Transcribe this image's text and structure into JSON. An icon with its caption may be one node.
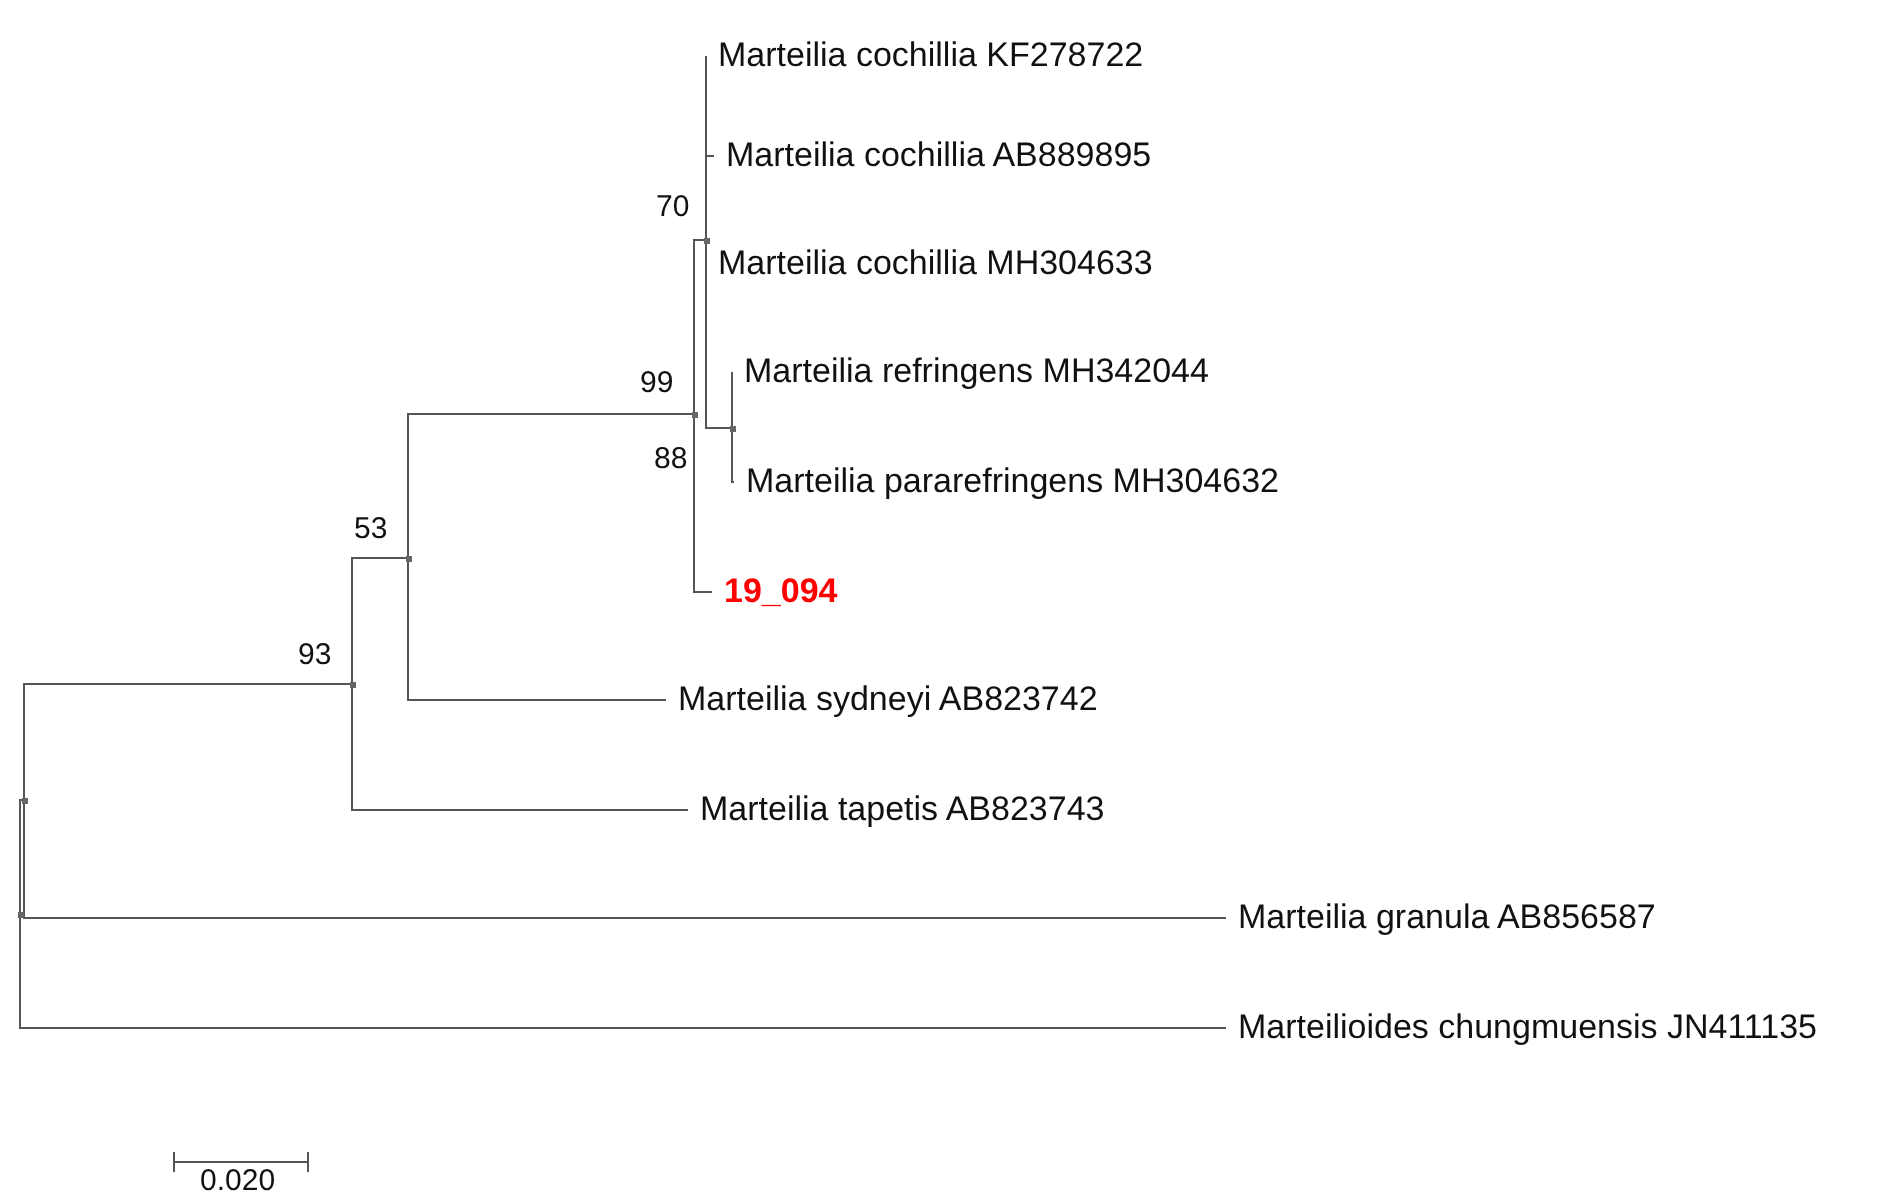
{
  "diagram": {
    "nodes": [
      {
        "text": [
          "Marteilia cochillia KF278722"
        ]
      },
      {
        "text": [
          "Marteilia cochillia AB889895"
        ]
      },
      {
        "text": [
          "Marteilia cochillia MH304633"
        ]
      },
      {
        "text": [
          "Marteilia refringens MH342044"
        ]
      },
      {
        "text": [
          "Marteilia pararefringens MH304632"
        ]
      },
      {
        "text": [
          "19_094"
        ]
      },
      {
        "text": [
          "Marteilia sydneyi AB823742"
        ]
      },
      {
        "text": [
          "Marteilia tapetis AB823743"
        ]
      },
      {
        "text": [
          "Marteilia granula AB856587"
        ]
      },
      {
        "text": [
          "Marteilioides chungmuensis JN411135"
        ]
      },
      {
        "text": [],
        "shape": "point"
      },
      {
        "text": [],
        "shape": "point"
      },
      {
        "text": [],
        "shape": "point",
        "beside": [
          "93"
        ]
      },
      {
        "text": [],
        "shape": "point",
        "beside": [
          "53"
        ]
      },
      {
        "text": [],
        "shape": "point",
        "beside": [
          "99"
        ]
      },
      {
        "text": [],
        "shape": "point",
        "beside": [
          "70"
        ]
      },
      {
        "text": [],
        "shape": "point",
        "beside": [
          "88"
        ]
      }
    ],
    "edges": [
      {
        "from": 10,
        "to": 11,
        "arrow": "none"
      },
      {
        "from": 10,
        "to": 9,
        "arrow": "none"
      },
      {
        "from": 11,
        "to": 12,
        "arrow": "none"
      },
      {
        "from": 11,
        "to": 8,
        "arrow": "none"
      },
      {
        "from": 12,
        "to": 13,
        "arrow": "none"
      },
      {
        "from": 12,
        "to": 7,
        "arrow": "none"
      },
      {
        "from": 13,
        "to": 14,
        "arrow": "none"
      },
      {
        "from": 13,
        "to": 6,
        "arrow": "none"
      },
      {
        "from": 14,
        "to": 15,
        "arrow": "none"
      },
      {
        "from": 14,
        "to": 5,
        "arrow": "none"
      },
      {
        "from": 15,
        "to": 0,
        "arrow": "none"
      },
      {
        "from": 15,
        "to": 1,
        "arrow": "none"
      },
      {
        "from": 15,
        "to": 2,
        "arrow": "none"
      },
      {
        "from": 15,
        "to": 16,
        "arrow": "none"
      },
      {
        "from": 16,
        "to": 3,
        "arrow": "none"
      },
      {
        "from": 16,
        "to": 4,
        "arrow": "none"
      }
    ],
    "labels": [
      "0.020"
    ]
  }
}
